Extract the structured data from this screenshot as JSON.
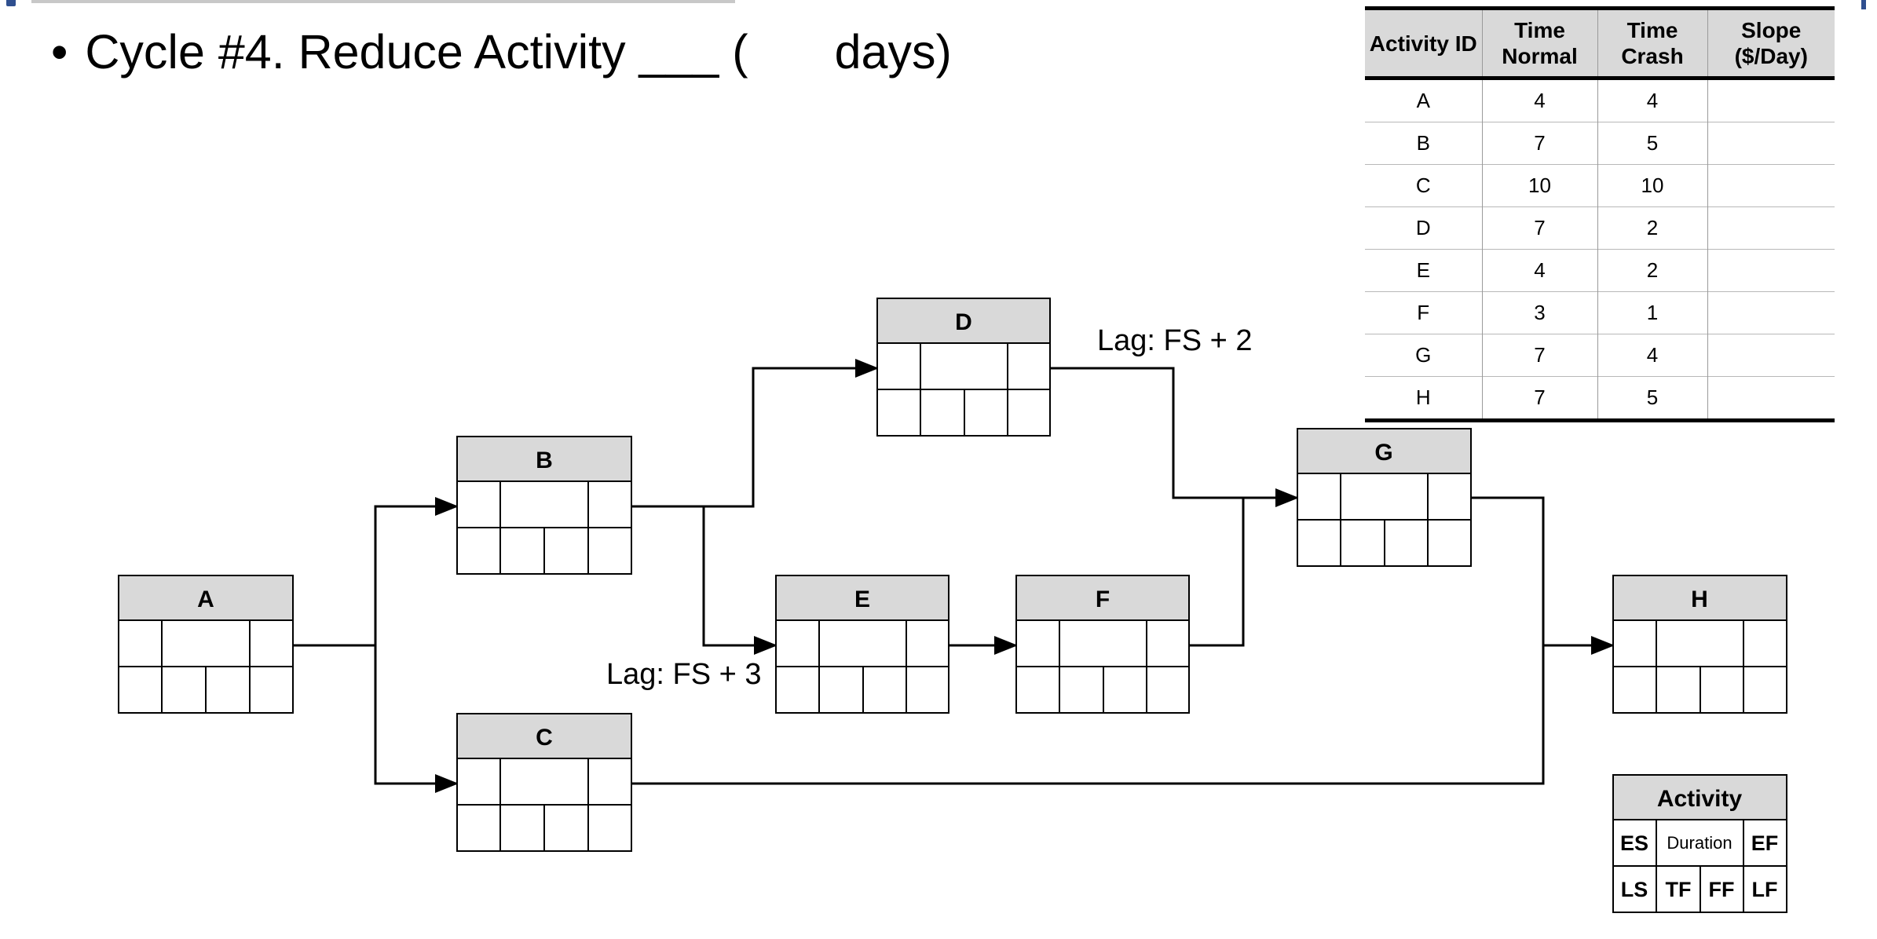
{
  "heading": {
    "bullet": "•",
    "text_before": "Cycle #4. Reduce Activity ___ (",
    "text_after": "days)"
  },
  "crash_table": {
    "headers": [
      "Activity ID",
      "Time Normal",
      "Time Crash",
      "Slope ($/Day)"
    ],
    "rows": [
      [
        "A",
        "4",
        "4",
        ""
      ],
      [
        "B",
        "7",
        "5",
        ""
      ],
      [
        "C",
        "10",
        "10",
        ""
      ],
      [
        "D",
        "7",
        "2",
        ""
      ],
      [
        "E",
        "4",
        "2",
        ""
      ],
      [
        "F",
        "3",
        "1",
        ""
      ],
      [
        "G",
        "7",
        "4",
        ""
      ],
      [
        "H",
        "7",
        "5",
        ""
      ]
    ]
  },
  "nodes": {
    "A": "A",
    "B": "B",
    "C": "C",
    "D": "D",
    "E": "E",
    "F": "F",
    "G": "G",
    "H": "H"
  },
  "lags": {
    "d_to_g": "Lag: FS + 2",
    "b_to_e": "Lag: FS + 3"
  },
  "legend": {
    "title": "Activity",
    "es": "ES",
    "duration": "Duration",
    "ef": "EF",
    "ls": "LS",
    "tf": "TF",
    "ff": "FF",
    "lf": "LF"
  }
}
